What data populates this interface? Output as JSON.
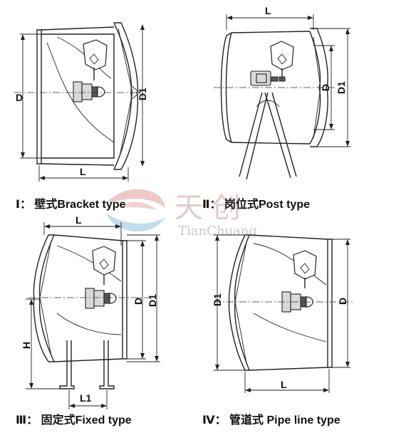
{
  "captions": {
    "bracket": "Ⅰ： 壁式Bracket type",
    "post": "Ⅱ： 岗位式Post type",
    "fixed": "Ⅲ： 固定式Fixed type",
    "pipe": "Ⅳ： 管道式 Pipe line type"
  },
  "dimension_labels": {
    "d": "D",
    "d1": "D1",
    "l": "L",
    "l1": "L1",
    "h": "H"
  },
  "watermark": {
    "cn": "天 创",
    "en": "TianChuang"
  },
  "colors": {
    "logo_red": "#e8a0a0",
    "logo_blue": "#9cc4e0",
    "line": "#222222"
  }
}
